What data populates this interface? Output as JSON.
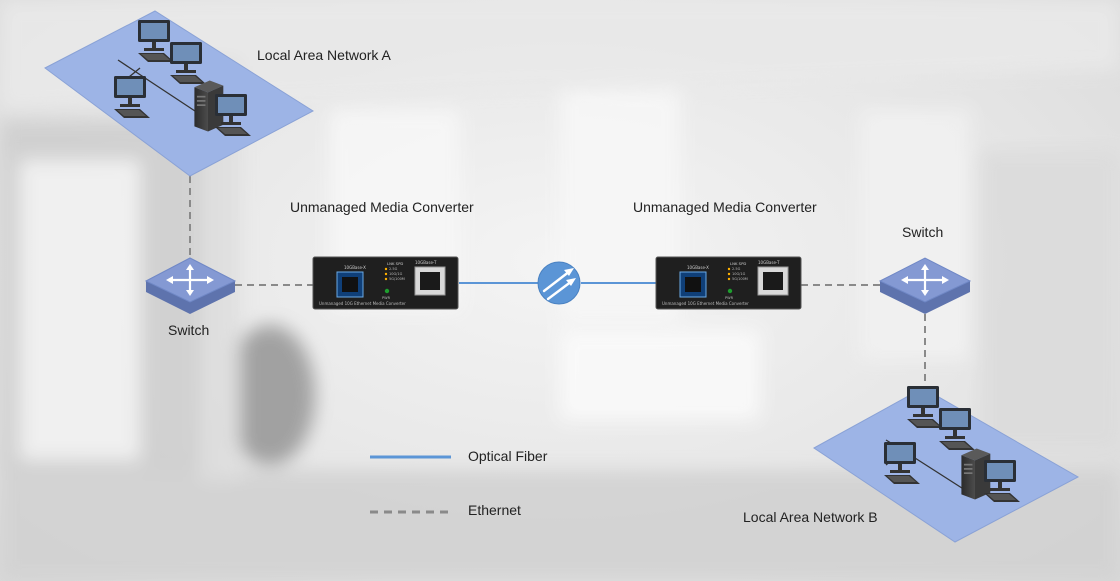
{
  "labels": {
    "lan_a": "Local Area Network A",
    "lan_b": "Local Area Network B",
    "switch_left": "Switch",
    "switch_right": "Switch",
    "converter_left": "Unmanaged Media Converter",
    "converter_right": "Unmanaged Media Converter"
  },
  "converter": {
    "port_sfp": "10GBase-X",
    "port_rj45": "10GBase-T",
    "led_header": "LNK SPD",
    "led_1": "2.5G",
    "led_2": "10G/1G",
    "led_3": "5G/100M",
    "pwr": "PWR",
    "product": "Unmanaged 10G Ethernet Media Converter"
  },
  "legend": {
    "fiber": "Optical Fiber",
    "ethernet": "Ethernet"
  },
  "colors": {
    "fiber": "#5b95d6",
    "ethernet": "#8a8a8a",
    "lan_floor": "#9db4e6",
    "switch": "#8499d3"
  }
}
